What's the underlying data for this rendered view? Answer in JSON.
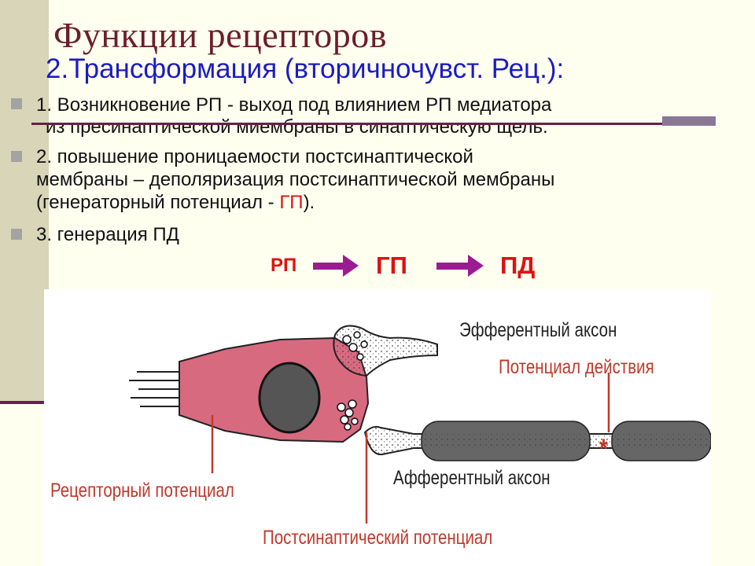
{
  "slide": {
    "title": "Функции рецепторов",
    "subtitle": "2.Трансформация (вторичночувст. Рец.):"
  },
  "items": [
    {
      "line1": " 1.  Возникновение РП - выход под влиянием РП медиатора",
      "line2": "из пресинаптической миембраны в синаптическую щель."
    },
    {
      "line1": " 2. повышение проницаемости постсинаптической",
      "line2": "мембраны – деполяризация постсинаптической мембраны",
      "line3_prefix": "(генераторный потенциал - ",
      "line3_highlight": "ГП",
      "line3_suffix": ")."
    },
    {
      "line1": " 3. генерация ПД"
    }
  ],
  "flow": {
    "step1": "РП",
    "step2": "ГП",
    "step3": "ПД"
  },
  "figure": {
    "efferent_axon": "Эфферентный аксон",
    "action_potential": "Потенциал действия",
    "afferent_axon": "Афферентный аксон",
    "receptor_potential": "Рецепторный потенциал",
    "postsynaptic_potential": "Постсинаптический потенциал",
    "asterisk": "*"
  },
  "colors": {
    "title": "#6b1e2a",
    "subtitle": "#1b1bc4",
    "highlight": "#dd1111",
    "arrow": "#9b1c92",
    "cell": "#d86a80",
    "figure_label_red": "#c0392b"
  }
}
